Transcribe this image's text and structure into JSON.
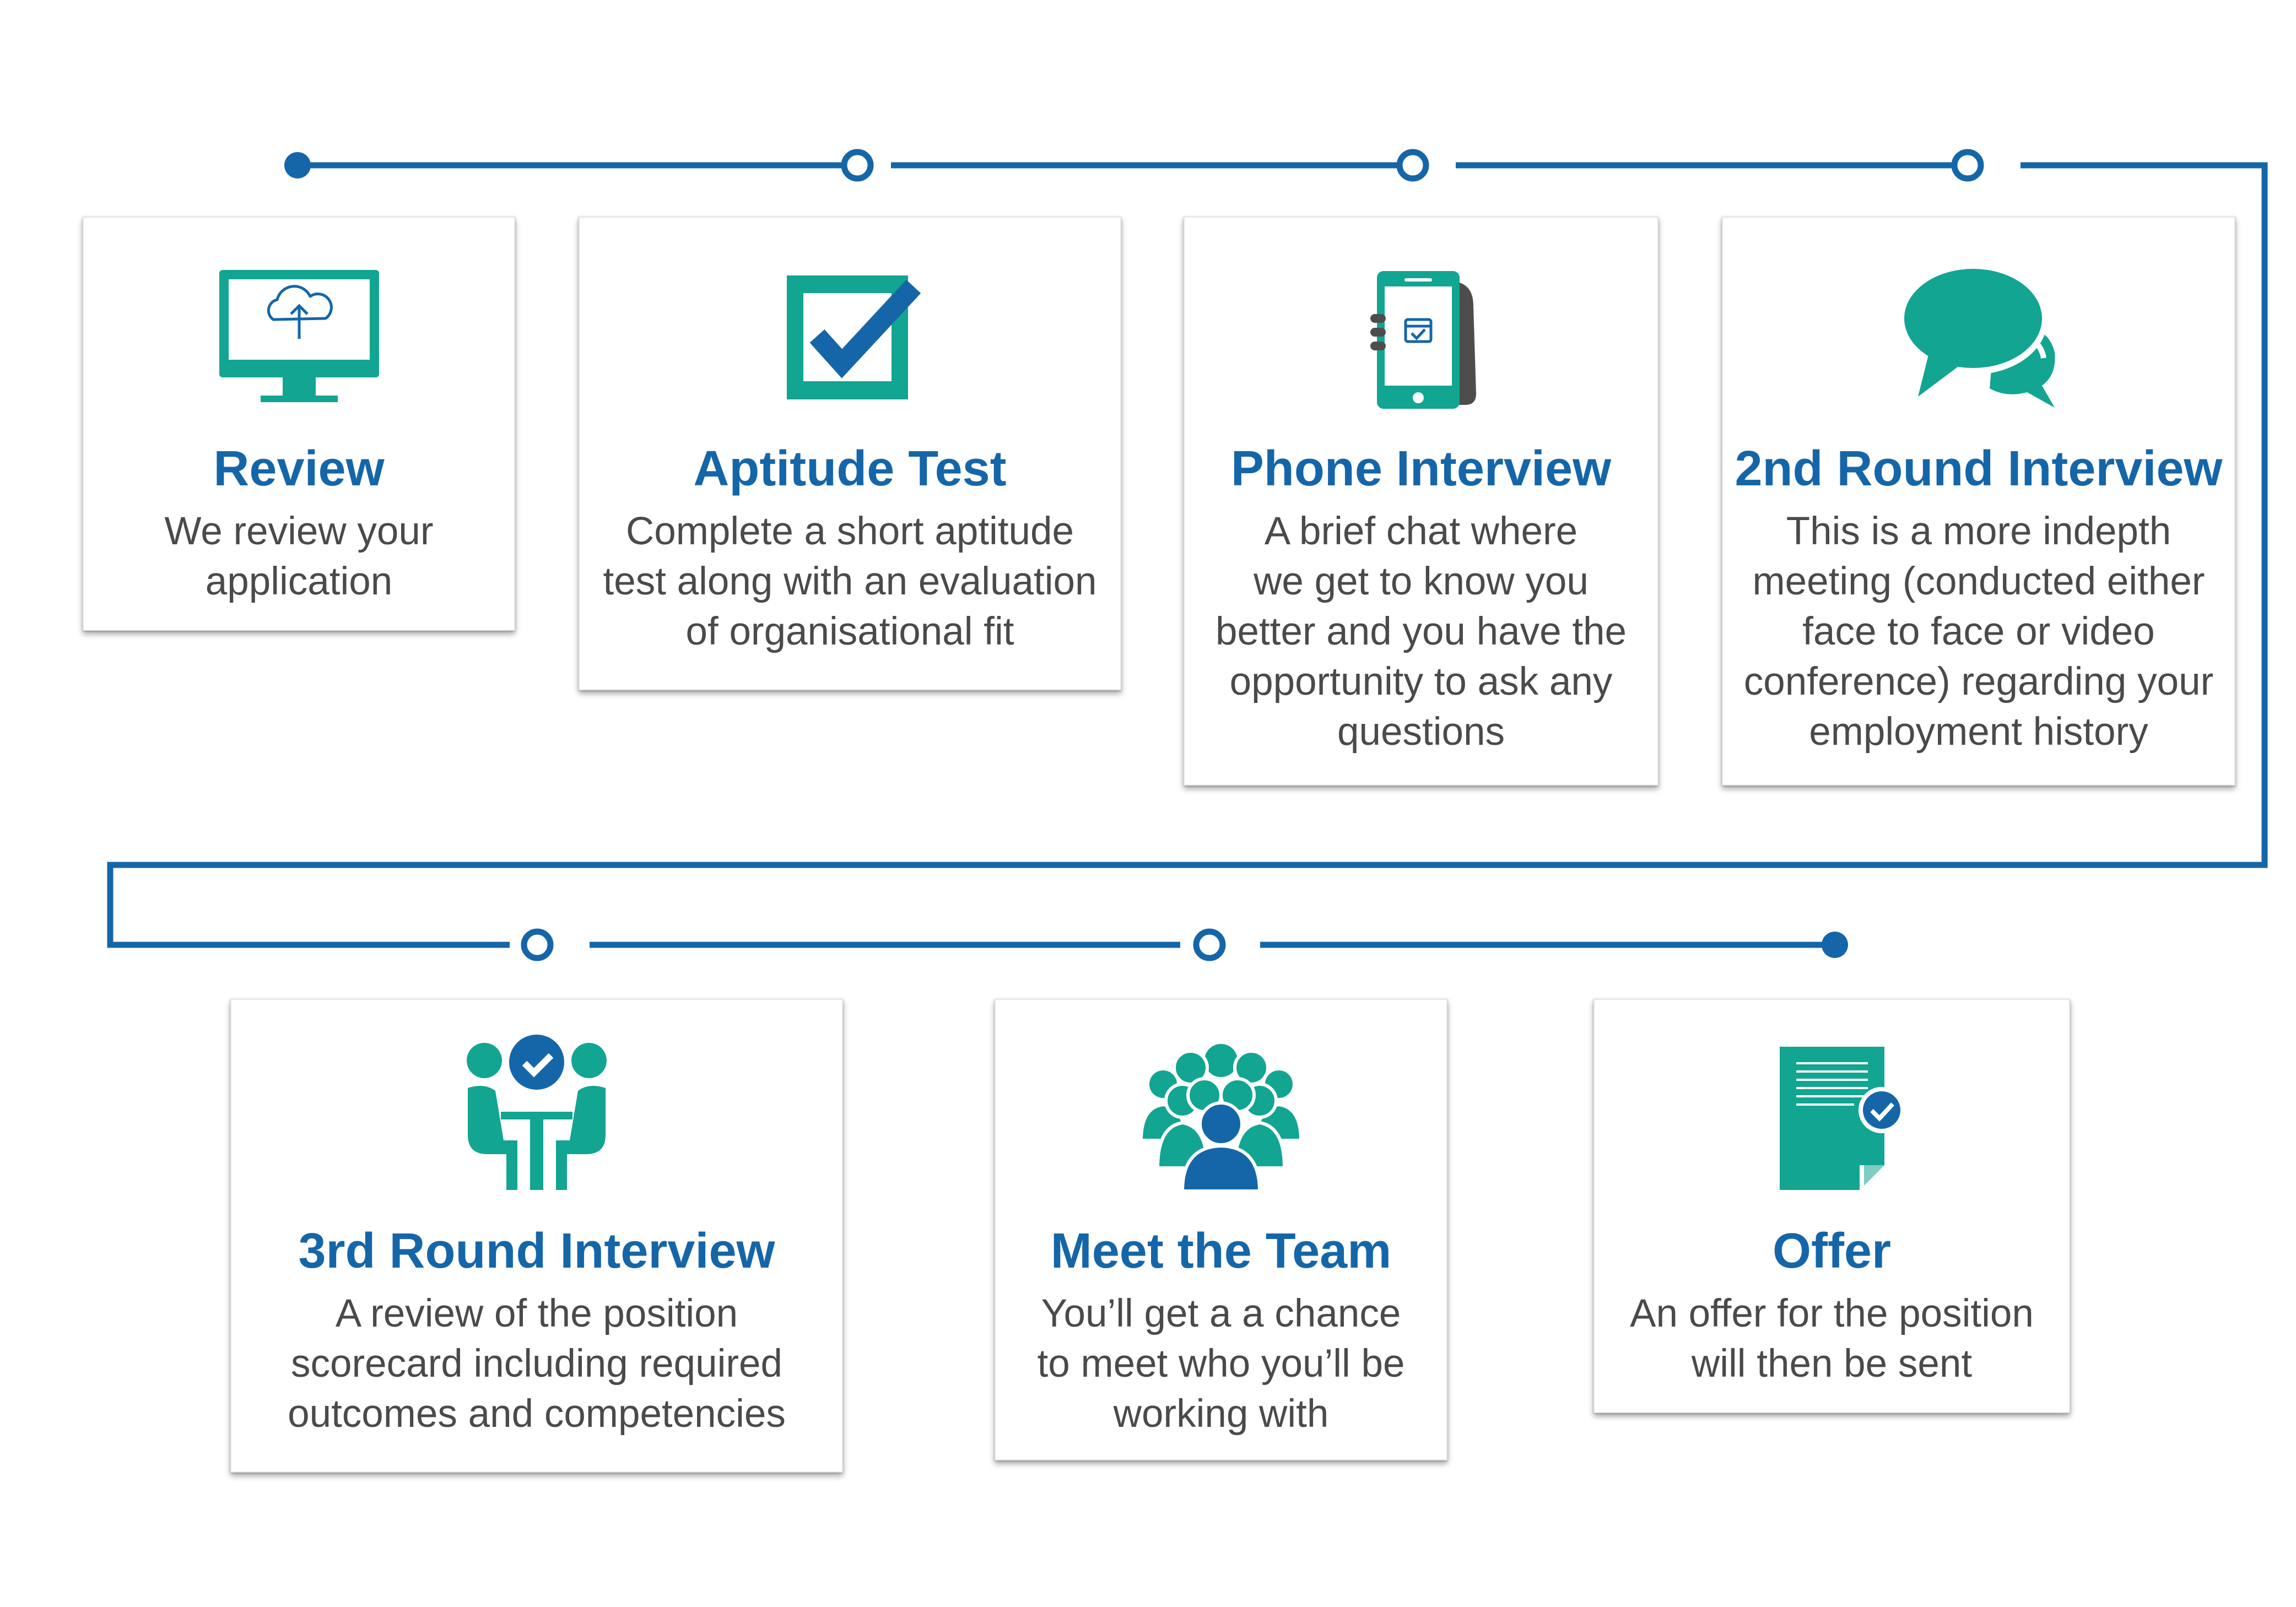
{
  "colors": {
    "primary_blue": "#1566a8",
    "teal": "#11a592",
    "dark_gray": "#4d4d4d",
    "text_gray": "#4a4a4a"
  },
  "steps": [
    {
      "title": "Review",
      "description": "We review your\napplication",
      "icon": "monitor-cloud-upload-icon"
    },
    {
      "title": "Aptitude Test",
      "description": "Complete a short aptitude\ntest along with an evaluation\nof organisational fit",
      "icon": "checkbox-checkmark-icon"
    },
    {
      "title": "Phone Interview",
      "description": "A brief chat where\nwe get to know you\nbetter and you have the\nopportunity to ask any\nquestions",
      "icon": "phone-in-hand-icon"
    },
    {
      "title": "2nd Round Interview",
      "description": "This is a more indepth\nmeeting (conducted either\nface to face or video\nconference) regarding your\nemployment history",
      "icon": "speech-bubbles-icon"
    },
    {
      "title": "3rd Round Interview",
      "description": "A review of the position\nscorecard including required\noutcomes and competencies",
      "icon": "meeting-table-icon"
    },
    {
      "title": "Meet the Team",
      "description": "You’ll get a a chance\nto meet who you’ll be\nworking with",
      "icon": "team-group-icon"
    },
    {
      "title": "Offer",
      "description": "An offer for the position\nwill then be sent",
      "icon": "document-check-icon"
    }
  ]
}
